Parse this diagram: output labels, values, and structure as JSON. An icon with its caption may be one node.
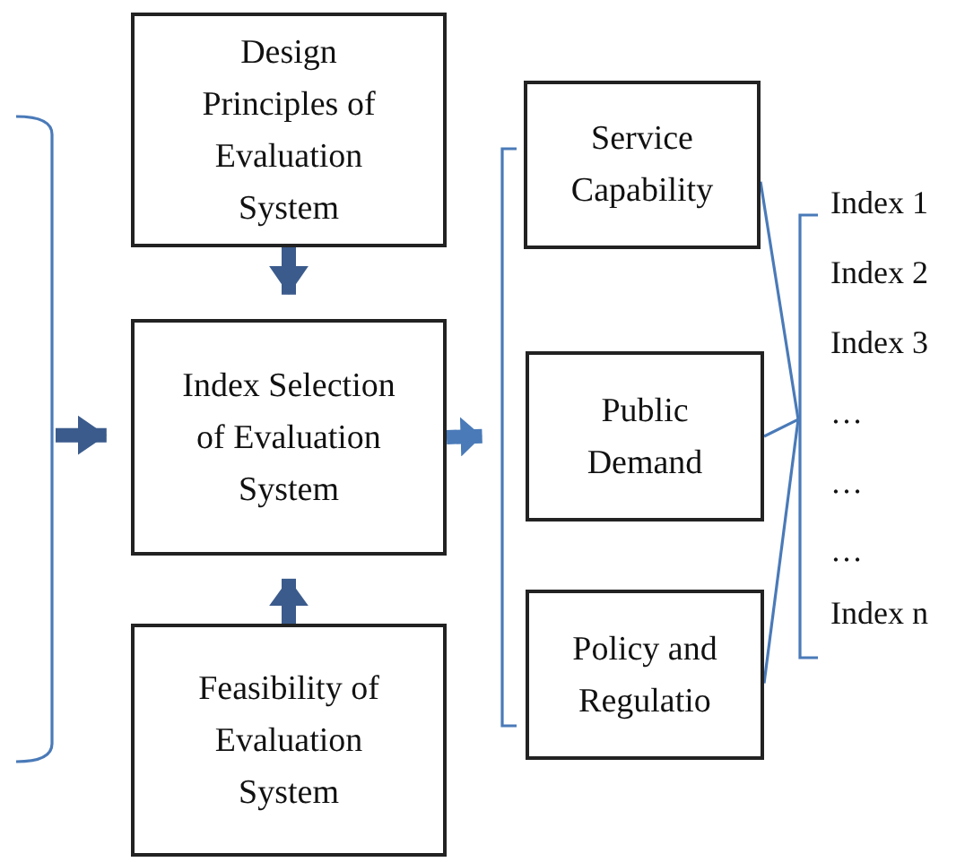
{
  "diagram": {
    "nodes": [
      {
        "text": [
          "Design Principles of Evaluation System"
        ]
      },
      {
        "text": [
          "Index Selection of Evaluation System"
        ]
      },
      {
        "text": [
          "Feasibility of Evaluation System"
        ]
      },
      {
        "text": [
          "Service Capability"
        ]
      },
      {
        "text": [
          "Public Demand"
        ]
      },
      {
        "text": [
          "Policy and Regulatio"
        ]
      },
      {
        "text": [],
        "shape": "brace"
      },
      {
        "text": [],
        "shape": "bracket"
      },
      {
        "text": [],
        "shape": "bracket"
      }
    ],
    "edges": [
      {
        "from": 0,
        "to": 1,
        "arrow": "to",
        "color": "#3b5b8c"
      },
      {
        "from": 2,
        "to": 1,
        "arrow": "to",
        "color": "#3b5b8c"
      },
      {
        "from": 6,
        "to": 1,
        "arrow": "to",
        "color": "#3b5b8c"
      },
      {
        "from": 1,
        "to": 7,
        "arrow": "to"
      },
      {
        "from": 3,
        "to": 8,
        "arrow": "none"
      },
      {
        "from": 4,
        "to": 8,
        "arrow": "none"
      },
      {
        "from": 5,
        "to": 8,
        "arrow": "none"
      }
    ],
    "labels": [
      "Index 1",
      "Index 2",
      "Index 3",
      "…",
      "…",
      "…",
      "Index n"
    ]
  }
}
